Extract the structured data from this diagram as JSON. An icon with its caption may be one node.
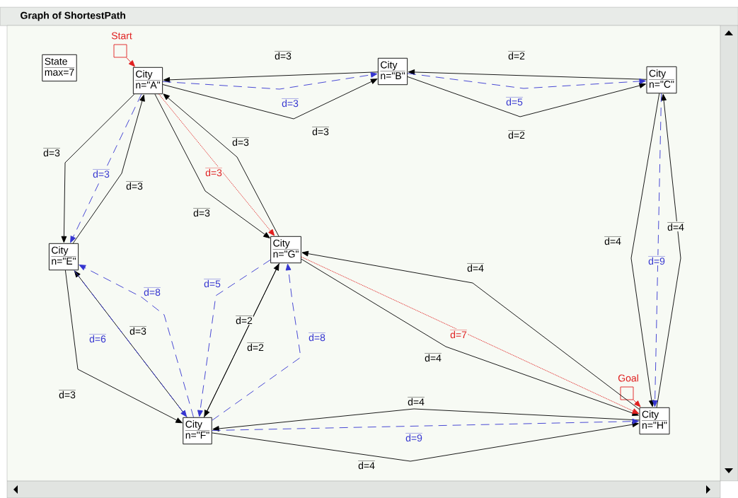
{
  "diagram": {
    "title": "Graph of ShortestPath",
    "nodes": [
      {
        "text": [
          "State",
          "max=7"
        ]
      },
      {
        "text": [
          "City",
          "n=\"A\""
        ]
      },
      {
        "text": [
          "City",
          "n=\"B\""
        ]
      },
      {
        "text": [
          "City",
          "n=\"C\""
        ]
      },
      {
        "text": [
          "City",
          "n=\"E\""
        ]
      },
      {
        "text": [
          "City",
          "n=\"G\""
        ]
      },
      {
        "text": [
          "City",
          "n=\"F\""
        ]
      },
      {
        "text": [
          "City",
          "n=\"H\""
        ]
      },
      {
        "text": [
          "Start"
        ]
      },
      {
        "text": [
          "Goal"
        ]
      }
    ],
    "edges": [
      {
        "from": 2,
        "to": 1,
        "arrow": "to",
        "label": "d=3"
      },
      {
        "from": 1,
        "to": 2,
        "arrow": "to",
        "label": "d=3"
      },
      {
        "from": 1,
        "to": 2,
        "arrow": "to",
        "label": "d=3",
        "style": "dashed",
        "color": "#3535d0"
      },
      {
        "from": 3,
        "to": 2,
        "arrow": "to",
        "label": "d=2"
      },
      {
        "from": 2,
        "to": 3,
        "arrow": "to",
        "label": "d=2"
      },
      {
        "from": 2,
        "to": 3,
        "arrow": "to",
        "label": "d=5",
        "style": "dashed",
        "color": "#3535d0"
      },
      {
        "from": 1,
        "to": 4,
        "arrow": "to",
        "label": "d=3"
      },
      {
        "from": 4,
        "to": 1,
        "arrow": "to",
        "label": "d=3"
      },
      {
        "from": 1,
        "to": 4,
        "arrow": "to",
        "label": "d=3",
        "style": "dashed",
        "color": "#3535d0"
      },
      {
        "from": 1,
        "to": 5,
        "arrow": "to",
        "label": "d=3"
      },
      {
        "from": 5,
        "to": 1,
        "arrow": "to",
        "label": "d=3"
      },
      {
        "from": 1,
        "to": 5,
        "arrow": "to",
        "label": "d=3",
        "style": "dashed",
        "color": "#e02020"
      },
      {
        "from": 4,
        "to": 6,
        "arrow": "to",
        "label": "d=3"
      },
      {
        "from": 6,
        "to": 4,
        "arrow": "to",
        "label": "d=3"
      },
      {
        "from": 4,
        "to": 6,
        "arrow": "to",
        "label": "d=6",
        "style": "dashed",
        "color": "#3535d0"
      },
      {
        "from": 6,
        "to": 4,
        "arrow": "to",
        "label": "d=8",
        "style": "dashed",
        "color": "#3535d0"
      },
      {
        "from": 6,
        "to": 5,
        "arrow": "to",
        "label": "d=2"
      },
      {
        "from": 5,
        "to": 6,
        "arrow": "to",
        "label": "d=2"
      },
      {
        "from": 5,
        "to": 6,
        "arrow": "to",
        "label": "d=5",
        "style": "dashed",
        "color": "#3535d0"
      },
      {
        "from": 6,
        "to": 5,
        "arrow": "to",
        "label": "d=8",
        "style": "dashed",
        "color": "#3535d0"
      },
      {
        "from": 7,
        "to": 5,
        "arrow": "to",
        "label": "d=4"
      },
      {
        "from": 5,
        "to": 7,
        "arrow": "to",
        "label": "d=4"
      },
      {
        "from": 5,
        "to": 7,
        "arrow": "to",
        "label": "d=7",
        "style": "dashed",
        "color": "#e02020"
      },
      {
        "from": 7,
        "to": 6,
        "arrow": "to",
        "label": "d=4"
      },
      {
        "from": 6,
        "to": 7,
        "arrow": "to",
        "label": "d=4"
      },
      {
        "from": 6,
        "to": 7,
        "arrow": "to",
        "label": "d=9",
        "style": "dashed",
        "color": "#3535d0"
      },
      {
        "from": 3,
        "to": 7,
        "arrow": "to",
        "label": "d=4"
      },
      {
        "from": 7,
        "to": 3,
        "arrow": "to",
        "label": "d=4"
      },
      {
        "from": 3,
        "to": 7,
        "arrow": "to",
        "label": "d=9",
        "style": "dashed",
        "color": "#3535d0"
      },
      {
        "from": 8,
        "to": 1,
        "arrow": "to",
        "color": "#e02020"
      },
      {
        "from": 9,
        "to": 7,
        "arrow": "to",
        "color": "#e02020"
      }
    ]
  }
}
